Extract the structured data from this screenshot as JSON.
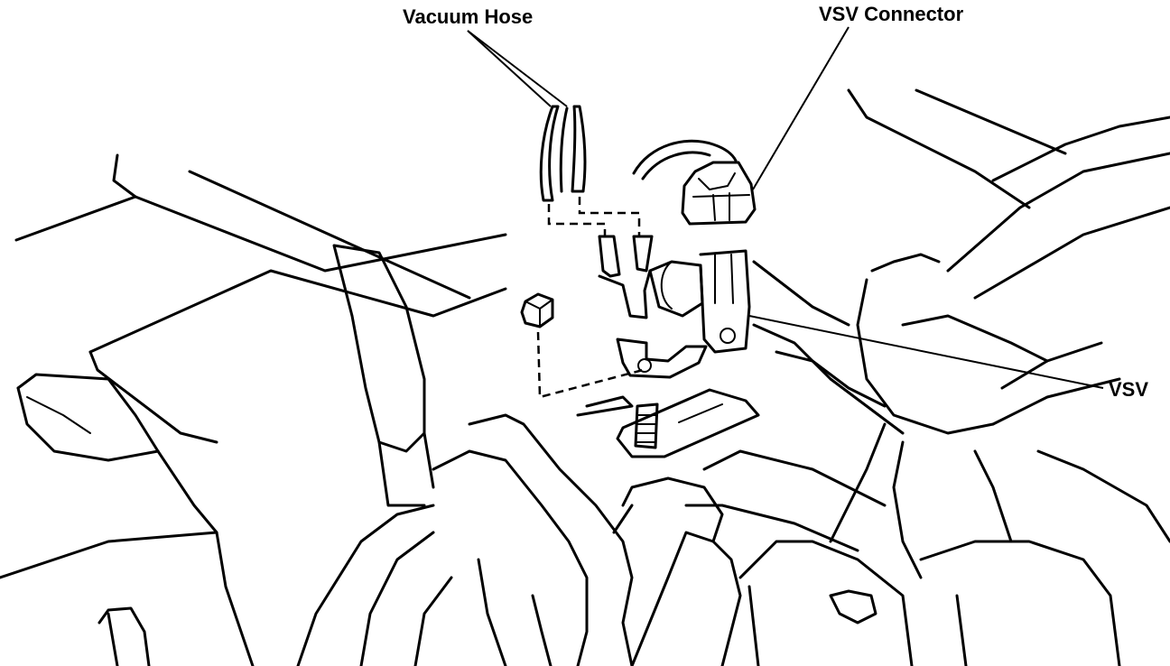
{
  "labels": {
    "vacuum_hose": "Vacuum Hose",
    "vsv_connector": "VSV Connector",
    "vsv": "VSV"
  },
  "colors": {
    "line": "#000000",
    "background": "#ffffff"
  }
}
